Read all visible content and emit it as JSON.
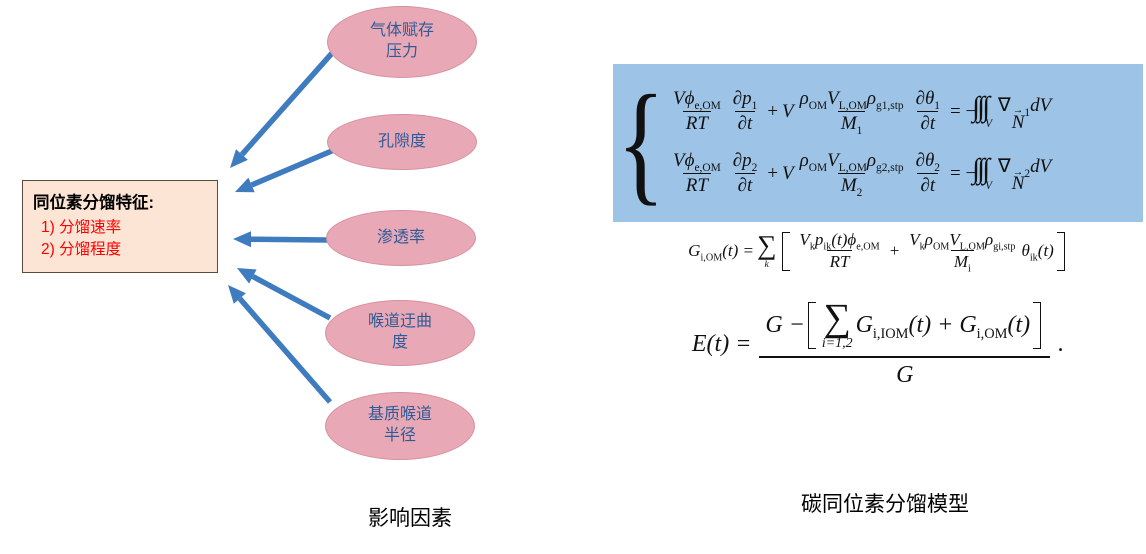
{
  "colors": {
    "arrow": "#3f7cbf",
    "ellipse_fill": "#e8a8b6",
    "ellipse_border": "#d7909f",
    "ellipse_text": "#2e5b97",
    "box_fill": "#fce5d5",
    "box_border": "#5b4a3a",
    "box_item_text": "#ff0000",
    "formula_bg": "#9dc3e6"
  },
  "left": {
    "box": {
      "title": "同位素分馏特征:",
      "items": [
        "1) 分馏速率",
        "2) 分馏程度"
      ]
    },
    "ellipses": [
      {
        "lines": [
          "气体赋存",
          "压力"
        ]
      },
      {
        "lines": [
          "孔隙度"
        ]
      },
      {
        "lines": [
          "渗透率"
        ]
      },
      {
        "lines": [
          "喉道迂曲",
          "度"
        ]
      },
      {
        "lines": [
          "基质喉道",
          "半径"
        ]
      }
    ],
    "caption": "影响因素"
  },
  "right": {
    "brace": "{",
    "pde": {
      "lines": [
        {
          "f1n": "Vϕ",
          "f1ns": "e,OM",
          "f1d": "RT",
          "f2n": "∂p",
          "f2ns": "1",
          "f2d": "∂t",
          "plus": "+",
          "v": "V",
          "f3a": "ρ",
          "f3as": "OM",
          "f3b": "V",
          "f3bs": "L,OM",
          "f3c": "ρ",
          "f3cs": "g1,stp",
          "f3dn": "M",
          "f3ds": "1",
          "f4n": "∂θ",
          "f4ns": "1",
          "f4d": "∂t",
          "eq": "= −",
          "int": "∫∫∫",
          "intlim": "V",
          "nabla": "∇",
          "vecarrow": "→",
          "vecbase": "N",
          "nsub": "1",
          "dv": "dV"
        },
        {
          "f1n": "Vϕ",
          "f1ns": "e,OM",
          "f1d": "RT",
          "f2n": "∂p",
          "f2ns": "2",
          "f2d": "∂t",
          "plus": "+",
          "v": "V",
          "f3a": "ρ",
          "f3as": "OM",
          "f3b": "V",
          "f3bs": "L,OM",
          "f3c": "ρ",
          "f3cs": "g2,stp",
          "f3dn": "M",
          "f3ds": "2",
          "f4n": "∂θ",
          "f4ns": "2",
          "f4d": "∂t",
          "eq": "= −",
          "int": "∫∫∫",
          "intlim": "V",
          "nabla": "∇",
          "vecarrow": "→",
          "vecbase": "N",
          "nsub": "2",
          "dv": "dV"
        }
      ]
    },
    "gom": {
      "lhs": "G",
      "lhs_sub": "i,OM",
      "lhs_eq": "(t) =",
      "sum": "∑",
      "sum_lim": "k",
      "f1a": "V",
      "f1as": "k",
      "f1b": "p",
      "f1bs": "ik",
      "f1c": "(t)ϕ",
      "f1cs": "e,OM",
      "f1den": "RT",
      "plus": "+",
      "f2a": "V",
      "f2as": "k",
      "f2b": "ρ",
      "f2bs": "OM",
      "f2c": "V",
      "f2cs": "L,OM",
      "f2d": "ρ",
      "f2ds": "gi,stp",
      "f2den": "M",
      "f2dens": "i",
      "theta": "θ",
      "theta_sub": "ik",
      "theta_t": "(t)"
    },
    "et": {
      "lhs": "E(t) =",
      "gminus": "G −",
      "sum": "∑",
      "sum_lim": "i=1,2",
      "g1": "G",
      "g1s": "i,IOM",
      "g1t": "(t) + G",
      "g2s": "i,OM",
      "g2t": "(t)",
      "den": "G",
      "period": "."
    },
    "caption": "碳同位素分馏模型"
  }
}
